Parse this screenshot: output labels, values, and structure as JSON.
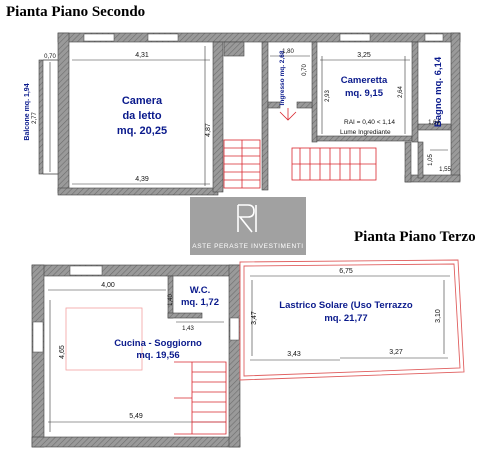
{
  "headings": {
    "second": "Pianta Piano Secondo",
    "third": "Pianta Piano Terzo"
  },
  "rooms": {
    "camera": [
      "Camera",
      "da letto",
      "mq. 20,25"
    ],
    "cameretta": [
      "Cameretta",
      "mq. 9,15"
    ],
    "bagno": "Bagno mq. 6,14",
    "balcone": "Balcone mq. 1,94",
    "ingresso": "Ingresso mq. 2,68",
    "cucina": [
      "Cucina - Soggiorno",
      "mq. 19,56"
    ],
    "wc": [
      "W.C.",
      "mq. 1,72"
    ],
    "lastrico": [
      "Lastrico Solare (Uso Terrazzo",
      "mq. 21,77"
    ]
  },
  "notes": {
    "rai": "RAI = 0,40 < 1,14",
    "lume": "Lume Ingrediante"
  },
  "dimensions": {
    "d431": "4,31",
    "d070": "0,70",
    "d277": "2,77",
    "d439": "4,39",
    "d487": "4,87",
    "d180": "1,80",
    "d325": "3,25",
    "d070b": "0,70",
    "d293": "2,93",
    "d264": "2,64",
    "d164": "1,64",
    "d105": "1,05",
    "d155": "1,55",
    "d400": "4,00",
    "d140": "1,40",
    "d143": "1,43",
    "d465": "4,65",
    "d549": "5,49",
    "d675": "6,75",
    "d347": "3,47",
    "d310": "3,10",
    "d343": "3,43",
    "d327": "3,27"
  },
  "watermark": {
    "text": "ASTE PERASTE INVESTIMENTI"
  },
  "colors": {
    "wall": "#7a7a7a",
    "room_label": "#0a1a8c",
    "stair": "#d9262e",
    "terrace_border": "#e06060",
    "watermark_bg": "#8c8c8c"
  }
}
